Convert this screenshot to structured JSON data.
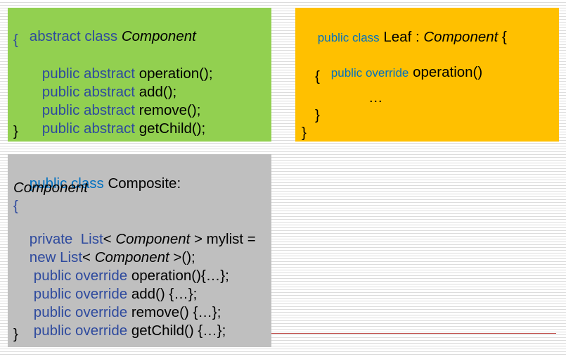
{
  "colors": {
    "green_box": "#92d050",
    "orange_box": "#ffc000",
    "gray_box": "#bfbfbf",
    "keyword_blue": "#2e4a9e",
    "keyword_light_blue": "#0070c0",
    "rule_red": "#c0504d"
  },
  "component": {
    "l1_kw": "abstract class",
    "l1_name": "Component",
    "l2": "{",
    "l3_kw": "public abstract",
    "l3_rest": "operation();",
    "l4_kw": "public abstract",
    "l4_rest": "add();",
    "l5_kw": "public abstract",
    "l5_rest": "remove();",
    "l6_kw": "public abstract",
    "l6_rest": "getChild();",
    "l7": "}"
  },
  "leaf": {
    "l1_kw": "public class",
    "l1_name": "Leaf :",
    "l1_type": "Component",
    "l1_brace": " {",
    "l2_kw": "public override",
    "l2_rest": "operation()",
    "l3": "{",
    "l4": "…",
    "l5": "}",
    "l6": "}"
  },
  "composite": {
    "l1_kw": "public class",
    "l1_rest": "Composite:",
    "l2": "Component",
    "l3": "{",
    "l4_kw1": "private",
    "l4_kw2": "List",
    "l4_a": "<",
    "l4_type": "Component",
    "l4_b": "> mylist =",
    "l5_kw1": "new",
    "l5_kw2": "List",
    "l5_a": "<",
    "l5_type": "Component",
    "l5_b": ">();",
    "l6_kw": "public override",
    "l6_rest": "operation(){…};",
    "l7_kw": "public override",
    "l7_rest": "add() {…};",
    "l8_kw": "public override",
    "l8_rest": "remove() {…};",
    "l9_kw": "public override",
    "l9_rest": "getChild() {…};",
    "l10": "}"
  }
}
